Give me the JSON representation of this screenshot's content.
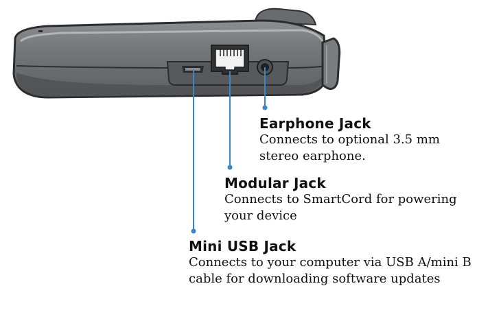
{
  "colors": {
    "device_body": "#6e6f72",
    "device_dark": "#3f4043",
    "device_light": "#a9aaad",
    "leader_line": "#3a86c6",
    "text": "#111111"
  },
  "callouts": {
    "earphone": {
      "title": "Earphone Jack",
      "desc_line1": "Connects to optional 3.5 mm",
      "desc_line2": "stereo earphone."
    },
    "modular": {
      "title": "Modular Jack",
      "desc_line1": "Connects to SmartCord for powering",
      "desc_line2": "your device"
    },
    "usb": {
      "title": "Mini USB Jack",
      "desc_line1": "Connects to your computer via USB A/mini B",
      "desc_line2": "cable for downloading software updates"
    }
  }
}
